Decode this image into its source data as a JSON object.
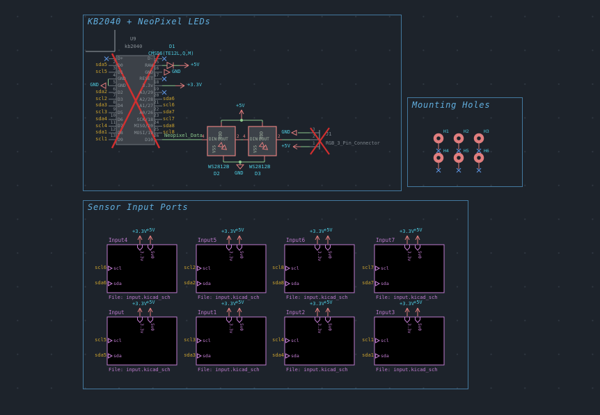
{
  "colors": {
    "background": "#1d232b",
    "box_border": "#44799f",
    "section_title": "#61aede",
    "wire_green": "#8dca8d",
    "symbol_salmon": "#e17e7e",
    "net_label_orange": "#c9a12f",
    "global_label_cyan": "#4ec9de",
    "sheet_violet": "#c07cd0",
    "dim_gray": "#8a9197",
    "pin_gray": "#70767c",
    "no_connect_blue": "#5b90d8",
    "dnp_red": "#d22f2f"
  },
  "sections": {
    "neopixel": {
      "title": "KB2040 + NeoPixel LEDs",
      "mcu": {
        "ref": "U9",
        "value": "kb2040",
        "left_pins": [
          {
            "num": "",
            "name": "D+",
            "label": "",
            "nc": true
          },
          {
            "num": "2",
            "name": "D0",
            "label": "sda5"
          },
          {
            "num": "3",
            "name": "D1",
            "label": "scl5"
          },
          {
            "num": "4",
            "name": "GND",
            "label": ""
          },
          {
            "num": "5",
            "name": "GND",
            "label": "GND",
            "global": true
          },
          {
            "num": "6",
            "name": "D2",
            "label": "sda2"
          },
          {
            "num": "7",
            "name": "D3",
            "label": "scl2"
          },
          {
            "num": "8",
            "name": "D4",
            "label": "sda3"
          },
          {
            "num": "9",
            "name": "D5",
            "label": "scl3"
          },
          {
            "num": "10",
            "name": "D6",
            "label": "sda4"
          },
          {
            "num": "11",
            "name": "D7",
            "label": "scl4"
          },
          {
            "num": "12",
            "name": "D8",
            "label": "sda1"
          },
          {
            "num": "13",
            "name": "D9",
            "label": "scl1"
          }
        ],
        "right_pins": [
          {
            "num": "",
            "name": "D-",
            "nc": true
          },
          {
            "num": "15",
            "name": "RAW",
            "special": "diode"
          },
          {
            "num": "16",
            "name": "GND",
            "special": "gnd_flag"
          },
          {
            "num": "17",
            "name": "RESET",
            "nc": true
          },
          {
            "num": "18",
            "name": "3.3v",
            "special": "v33"
          },
          {
            "num": "19",
            "name": "A3/29",
            "nc": true
          },
          {
            "num": "20",
            "name": "A2/28",
            "label": "sda6"
          },
          {
            "num": "21",
            "name": "A1/27",
            "label": "scl6"
          },
          {
            "num": "22",
            "name": "A0/26",
            "label": "sda7"
          },
          {
            "num": "23",
            "name": "SCK/18",
            "label": "scl7"
          },
          {
            "num": "24",
            "name": "MISO/20",
            "label": "sda8"
          },
          {
            "num": "25",
            "name": "MOSI/19",
            "label": "scl8"
          },
          {
            "num": "26",
            "name": "D10",
            "label": "Neopixel_Data",
            "wire_label": true
          }
        ]
      },
      "diode": {
        "ref": "D1",
        "value": "CMSD6(TE12L,Q,M)",
        "power_label": "+5V"
      },
      "gnd_flag_label": "GND",
      "v33_label": "+3.3V",
      "leds": {
        "pin_names": {
          "din": "DIN",
          "dout": "DOUT",
          "vdd": "VDD",
          "vss": "VSS"
        },
        "din_num": "4",
        "dout_num": "2",
        "items": [
          {
            "ref": "D2",
            "value": "WS2812B"
          },
          {
            "ref": "D3",
            "value": "WS2812B"
          }
        ],
        "power_label": "+5V",
        "gnd_label": "GND"
      },
      "connector": {
        "ref": "J1",
        "value": "RGB_3_Pin_Connector",
        "pin_nums": [
          "3",
          "2",
          "1"
        ],
        "gnd_label": "GND",
        "power_label": "+5V"
      }
    },
    "mounting": {
      "title": "Mounting Holes",
      "holes": [
        "H1",
        "H2",
        "H3",
        "H4",
        "H5",
        "H6"
      ]
    },
    "sensor": {
      "title": "Sensor Input Ports",
      "file_label": "File: input.kicad_sch",
      "power_labels": {
        "v33": "+3.3V",
        "v5": "+5V"
      },
      "top_pins": [
        "3.3v",
        "5v0"
      ],
      "side_pins": [
        "scl",
        "sda"
      ],
      "sheets": [
        {
          "name": "Input4",
          "scl": "scl6",
          "sda": "sda6"
        },
        {
          "name": "Input5",
          "scl": "scl2",
          "sda": "sda2"
        },
        {
          "name": "Input6",
          "scl": "scl8",
          "sda": "sda8"
        },
        {
          "name": "Input7",
          "scl": "scl7",
          "sda": "sda7"
        },
        {
          "name": "Input",
          "scl": "scl5",
          "sda": "sda5"
        },
        {
          "name": "Input1",
          "scl": "scl3",
          "sda": "sda3"
        },
        {
          "name": "Input2",
          "scl": "scl4",
          "sda": "sda4"
        },
        {
          "name": "Input3",
          "scl": "scl1",
          "sda": "sda1"
        }
      ]
    }
  }
}
